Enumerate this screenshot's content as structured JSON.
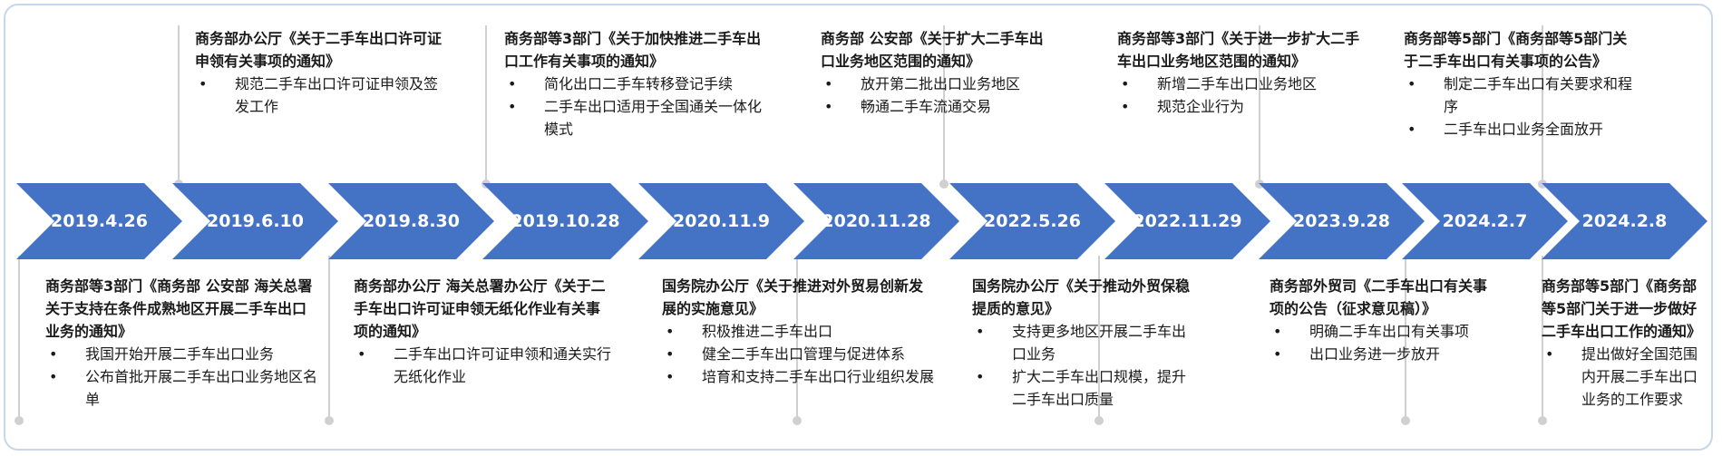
{
  "timeline": [
    {
      "date": "2019.4.26",
      "position": "below",
      "title": "商务部等3部门《商务部 公安部 海关总署关于支持在条件成熟地区开展二手车出口业务的通知》",
      "bullets": [
        "我国开始开展二手车出口业务",
        "公布首批开展二手车出口业务地区名单"
      ]
    },
    {
      "date": "2019.6.10",
      "position": "above",
      "title": "商务部办公厅《关于二手车出口许可证申领有关事项的通知》",
      "bullets": [
        "规范二手车出口许可证申领及签发工作"
      ]
    },
    {
      "date": "2019.8.30",
      "position": "below",
      "title": "商务部办公厅 海关总署办公厅《关于二手车出口许可证申领无纸化作业有关事项的通知》",
      "bullets": [
        "二手车出口许可证申领和通关实行无纸化作业"
      ]
    },
    {
      "date": "2019.10.28",
      "position": "above",
      "title": "商务部等3部门《关于加快推进二手车出口工作有关事项的通知》",
      "bullets": [
        "简化出口二手车转移登记手续",
        "二手车出口适用于全国通关一体化模式"
      ]
    },
    {
      "date": "2020.11.9",
      "position": "below",
      "title": "国务院办公厅《关于推进对外贸易创新发展的实施意见》",
      "bullets": [
        "积极推进二手车出口",
        "健全二手车出口管理与促进体系",
        "培育和支持二手车出口行业组织发展"
      ]
    },
    {
      "date": "2020.11.28",
      "position": "above",
      "title": "商务部 公安部《关于扩大二手车出口业务地区范围的通知》",
      "bullets": [
        "放开第二批出口业务地区",
        "畅通二手车流通交易"
      ]
    },
    {
      "date": "2022.5.26",
      "position": "below",
      "title": "国务院办公厅《关于推动外贸保稳提质的意见》",
      "bullets": [
        "支持更多地区开展二手车出口业务",
        "扩大二手车出口规模，提升二手车出口质量"
      ]
    },
    {
      "date": "2022.11.29",
      "position": "above",
      "title": "商务部等3部门《关于进一步扩大二手车出口业务地区范围的通知》",
      "bullets": [
        "新增二手车出口业务地区",
        "规范企业行为"
      ]
    },
    {
      "date": "2023.9.28",
      "position": "below",
      "title": "商务部外贸司《二手车出口有关事项的公告（征求意见稿）》",
      "bullets": [
        "明确二手车出口有关事项",
        "出口业务进一步放开"
      ]
    },
    {
      "date": "2024.2.7",
      "position": "above",
      "title": "商务部等5部门《商务部等5部门关于二手车出口有关事项的公告》",
      "bullets": [
        "制定二手车出口有关要求和程序",
        "二手车出口业务全面放开"
      ]
    },
    {
      "date": "2024.2.8",
      "position": "below",
      "title": "商务部等5部门《商务部等5部门关于进一步做好二手车出口工作的通知》",
      "bullets": [
        "提出做好全国范围内开展二手车出口业务的工作要求"
      ]
    }
  ],
  "colors": {
    "chevron": "#4472c4",
    "connector": "#d0d0d0",
    "text": "#1a1a1a"
  }
}
